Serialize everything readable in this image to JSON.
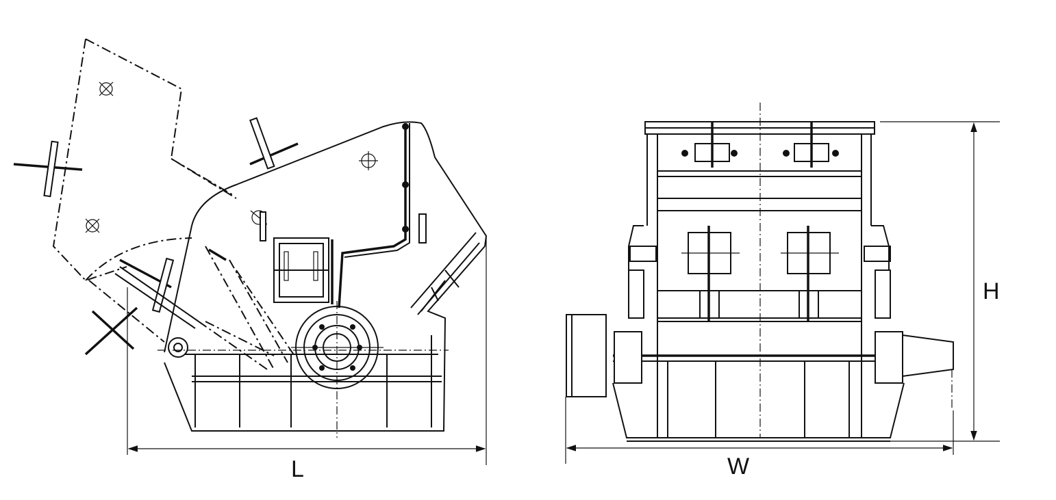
{
  "drawing": {
    "labels": {
      "length": "L",
      "width": "W",
      "height": "H"
    }
  }
}
